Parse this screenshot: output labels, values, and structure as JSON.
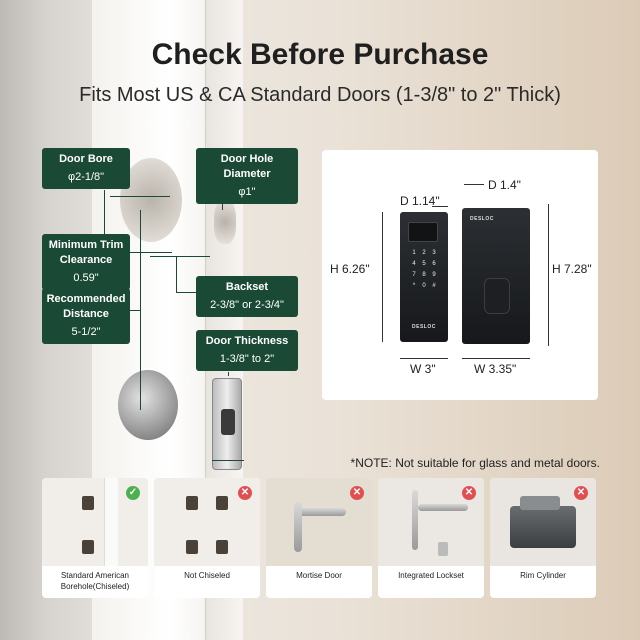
{
  "header": {
    "title": "Check Before Purchase",
    "subtitle": "Fits Most US & CA Standard Doors (1-3/8\" to 2\" Thick)"
  },
  "labels": {
    "door_bore": {
      "title": "Door Bore",
      "value": "φ2-1/8\""
    },
    "door_hole_diameter": {
      "title": "Door Hole Diameter",
      "value": "φ1\""
    },
    "trim_clearance": {
      "title": "Minimum Trim Clearance",
      "value": "0.59\""
    },
    "backset": {
      "title": "Backset",
      "value": "2-3/8\" or 2-3/4\""
    },
    "recommended_distance": {
      "title": "Recommended Distance",
      "value": "5-1/2\""
    },
    "door_thickness": {
      "title": "Door Thickness",
      "value": "1-3/8\" to 2\""
    }
  },
  "dimensions": {
    "front_depth": "D 1.14\"",
    "back_depth": "D 1.4\"",
    "front_height": "H 6.26\"",
    "back_height": "H 7.28\"",
    "front_width": "W 3\"",
    "back_width": "W 3.35\""
  },
  "keypad": {
    "brand": "DESLOC",
    "keys": [
      "1",
      "2",
      "3",
      "4",
      "5",
      "6",
      "7",
      "8",
      "9",
      "*",
      "0",
      "#"
    ]
  },
  "note": "*NOTE: Not suitable for glass and metal doors.",
  "door_types": [
    {
      "label": "Standard American Borehole(Chiseled)",
      "status": "ok",
      "icon": "check-icon"
    },
    {
      "label": "Not Chiseled",
      "status": "no",
      "icon": "cross-icon"
    },
    {
      "label": "Mortise Door",
      "status": "no",
      "icon": "cross-icon"
    },
    {
      "label": "Integrated Lockset",
      "status": "no",
      "icon": "cross-icon"
    },
    {
      "label": "Rim Cylinder",
      "status": "no",
      "icon": "cross-icon"
    }
  ],
  "badge_glyphs": {
    "ok": "✓",
    "no": "✕"
  },
  "colors": {
    "label_bg": "#1a4a36",
    "ok": "#4caf50",
    "no": "#e15050"
  }
}
